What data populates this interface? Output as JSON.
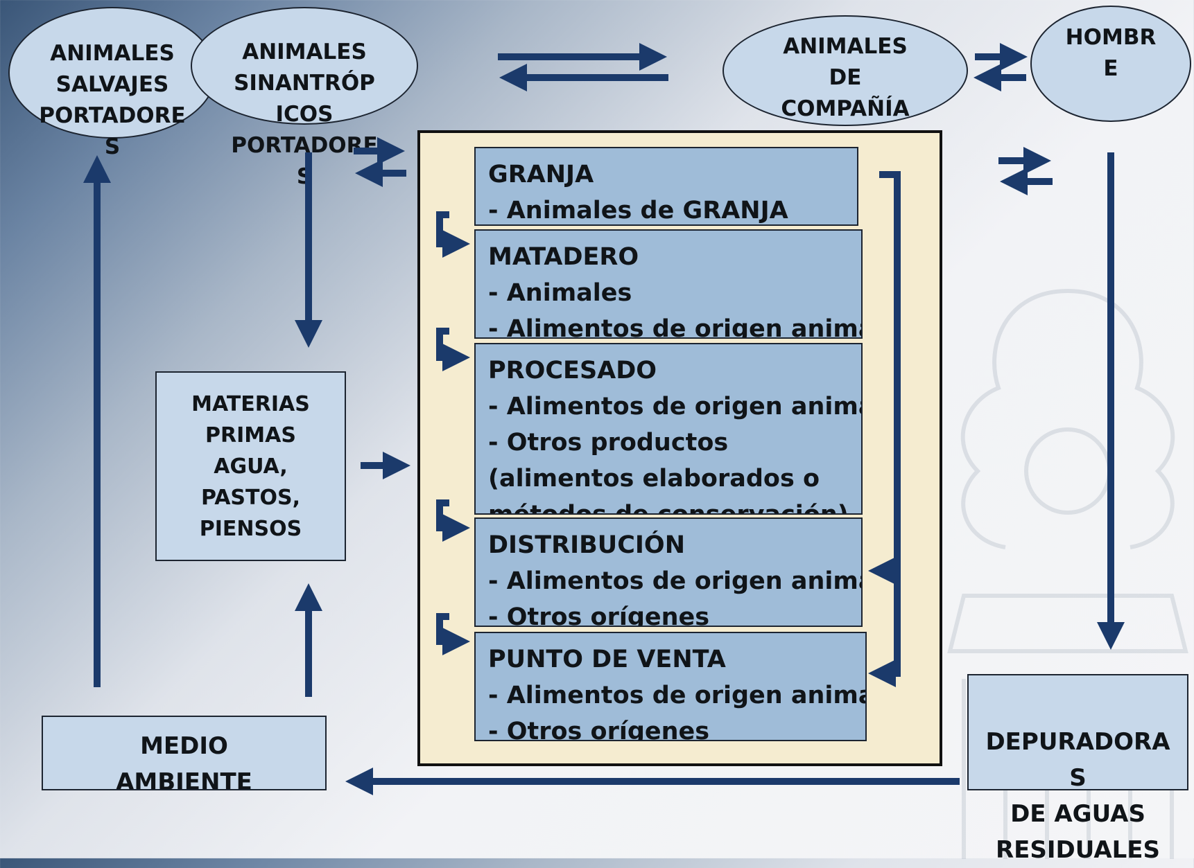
{
  "ellipses": {
    "salvajes": "ANIMALES\nSALVAJES\nPORTADORE\nS",
    "sinantropicos": "ANIMALES\nSINANTRÓP\nICOS\nPORTADORE\nS",
    "compania": "ANIMALES\nDE\nCOMPAÑÍA",
    "hombre": "HOMBR\nE"
  },
  "boxes": {
    "materias": "MATERIAS\nPRIMAS\nAGUA,\nPASTOS,\nPIENSOS",
    "medio": "MEDIO\nAMBIENTE",
    "depuradoras": "DEPURADORA\nS\nDE AGUAS\nRESIDUALES"
  },
  "stages": [
    {
      "title": "GRANJA",
      "lines": [
        "- Animales de GRANJA"
      ]
    },
    {
      "title": "MATADERO",
      "lines": [
        "- Animales",
        "- Alimentos de origen animal"
      ]
    },
    {
      "title": "PROCESADO",
      "lines": [
        "- Alimentos de origen animal",
        "- Otros productos",
        "(alimentos elaborados o",
        "métodos de conservación)"
      ]
    },
    {
      "title": "DISTRIBUCIÓN",
      "lines": [
        "- Alimentos de origen animal",
        "- Otros orígenes"
      ]
    },
    {
      "title": "PUNTO DE VENTA",
      "lines": [
        "- Alimentos de origen animal",
        "- Otros orígenes"
      ]
    }
  ],
  "colors": {
    "arrow": "#1b3a6b",
    "node_fill": "#c7d8ea",
    "stage_fill": "#9fbcd8",
    "panel_fill": "#f5ecd0"
  }
}
